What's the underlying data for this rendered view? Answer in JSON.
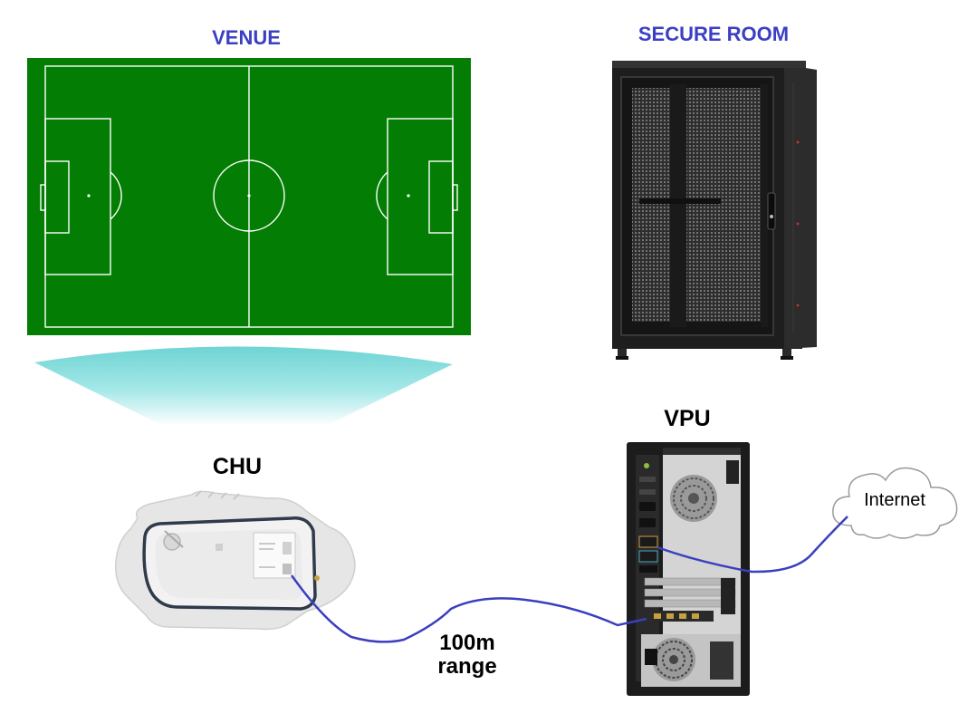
{
  "labels": {
    "venue": "VENUE",
    "secure_room": "SECURE ROOM",
    "chu": "CHU",
    "vpu": "VPU",
    "internet": "Internet",
    "range_line1": "100m",
    "range_line2": "range"
  },
  "colors": {
    "title_blue": "#3b3fc4",
    "pitch_green": "#037d03",
    "pitch_lines": "#ffffff",
    "coverage_cyan": "#7fdcdc",
    "cable_blue": "#3b3fbf",
    "rack_black": "#1e1e1e",
    "pc_black": "#1c1c1c",
    "chu_grey": "#e4e4e4",
    "cloud_outline": "#9a9a9a"
  },
  "icons": {
    "pitch": "soccer-pitch-icon",
    "coverage": "camera-coverage-icon",
    "rack": "server-rack-icon",
    "chu": "camera-head-unit-icon",
    "vpu": "tower-pc-icon",
    "cloud": "cloud-icon"
  }
}
